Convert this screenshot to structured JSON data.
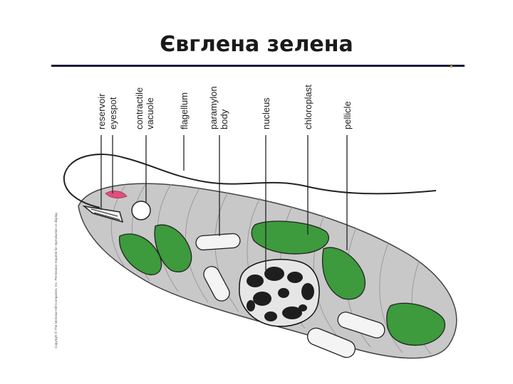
{
  "title": "Євглена зелена",
  "labels": {
    "reservoir": "reservoir",
    "eyespot": "eyespot",
    "contractile_1": "contractile",
    "contractile_2": "vacuole",
    "flagellum": "flagellum",
    "paramylon_1": "paramylon",
    "paramylon_2": "body",
    "nucleus": "nucleus",
    "chloroplast": "chloroplast",
    "pellicle": "pellicle"
  },
  "copyright": "Copyright © The McGraw-Hill Companies, Inc. Permission required for reproduction or display.",
  "colors": {
    "cell_body": "#c8c8c8",
    "chloroplast": "#3d9a3d",
    "eyespot": "#e0507a",
    "nucleus": "#2a2a2a",
    "rule": "#1a1a3a"
  }
}
